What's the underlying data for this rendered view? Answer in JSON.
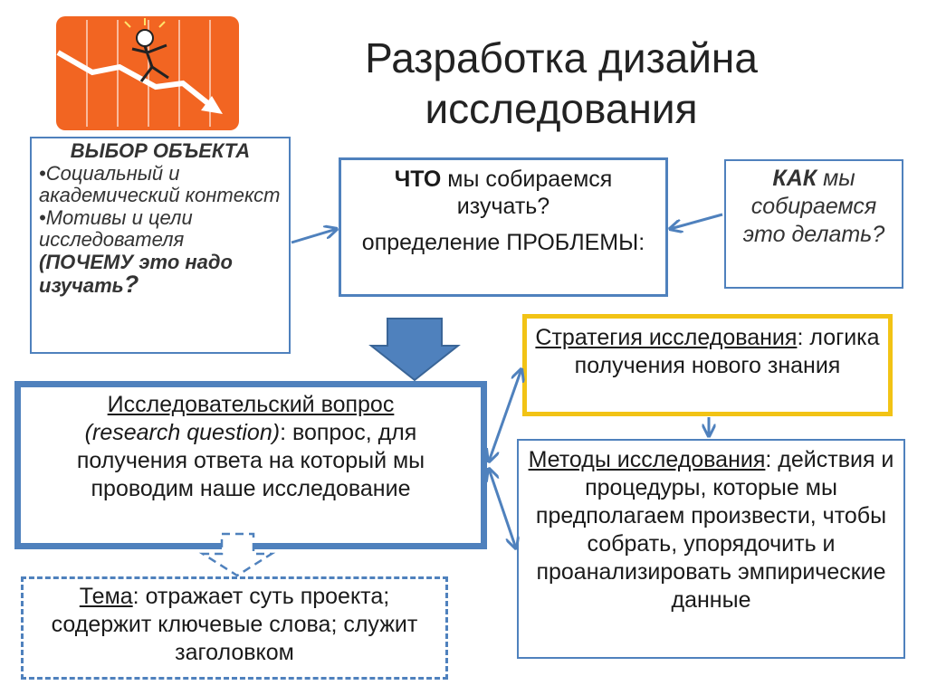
{
  "title": {
    "line1": "Разработка дизайна",
    "line2": "исследования"
  },
  "box_object": {
    "heading": "ВЫБОР ОБЪЕКТА",
    "bullet1": "•Социальный и академический контекст",
    "bullet2": "•Мотивы и цели исследователя",
    "why_bold": "(ПОЧЕМУ",
    "why_rest": "это надо изучать",
    "why_q": "?"
  },
  "box_what": {
    "what_bold": "ЧТО",
    "what_rest": " мы собираемся изучать?",
    "definition": "определение ПРОБЛЕМЫ:"
  },
  "box_how": {
    "how_bold": "КАК",
    "how_rest": " мы собираемся это делать?"
  },
  "box_strategy": {
    "term": "Стратегия исследования",
    "rest": ": логика получения нового знания"
  },
  "box_methods": {
    "term": "Методы исследования",
    "rest": ": действия и процедуры, которые мы предполагаем произвести, чтобы собрать, упорядочить и проанализировать эмпирические данные"
  },
  "box_rq": {
    "term": "Исследовательский вопрос",
    "english": "(research question)",
    "rest": ":  вопрос, для получения ответа на который мы проводим наше исследование"
  },
  "box_topic": {
    "term": "Тема",
    "rest": ": отражает суть проекта; содержит ключевые слова; служит заголовком"
  },
  "colors": {
    "box_border": "#4f81bd",
    "strategy_border": "#f2c315",
    "down_arrow_fill": "#4f81bd",
    "logo_bg": "#f26522"
  },
  "icons": {
    "logo": "falling-chart-figure-icon"
  }
}
